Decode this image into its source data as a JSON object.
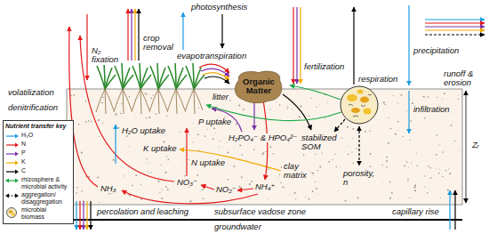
{
  "diagram": {
    "nodes": [
      {
        "text": [
          "Organic Matter"
        ]
      }
    ],
    "labels": [
      "photosynthesis",
      "crop removal",
      "N₂ fixation",
      "evapotranspiration",
      "fertilization",
      "respiration",
      "precipitation",
      "runoff & erosion",
      "volatilization",
      "litter",
      "denitrification",
      "infiltration",
      "P uptake",
      "H₂O uptake",
      "H₂PO₄⁻ & HPO₄²⁻",
      "stabilized SOM",
      "K uptake",
      "Zᵣ",
      "N uptake",
      "clay matrix",
      "porosity, n",
      "NO₃⁻",
      "NH₃",
      "NO₂⁻",
      "NH₄⁺",
      "percolation and leaching",
      "subsurface vadose zone",
      "capillary rise",
      "groundwater",
      "Nutrient transfer key"
    ],
    "legend": [
      {
        "text": "H₂O"
      },
      {
        "text": "N"
      },
      {
        "text": "P"
      },
      {
        "text": "K"
      },
      {
        "text": "C"
      },
      {
        "text": "rhizosphere & microbial activity"
      },
      {
        "text": "aggregation/ disaggregation"
      },
      {
        "text": "microbial biomass"
      }
    ]
  }
}
